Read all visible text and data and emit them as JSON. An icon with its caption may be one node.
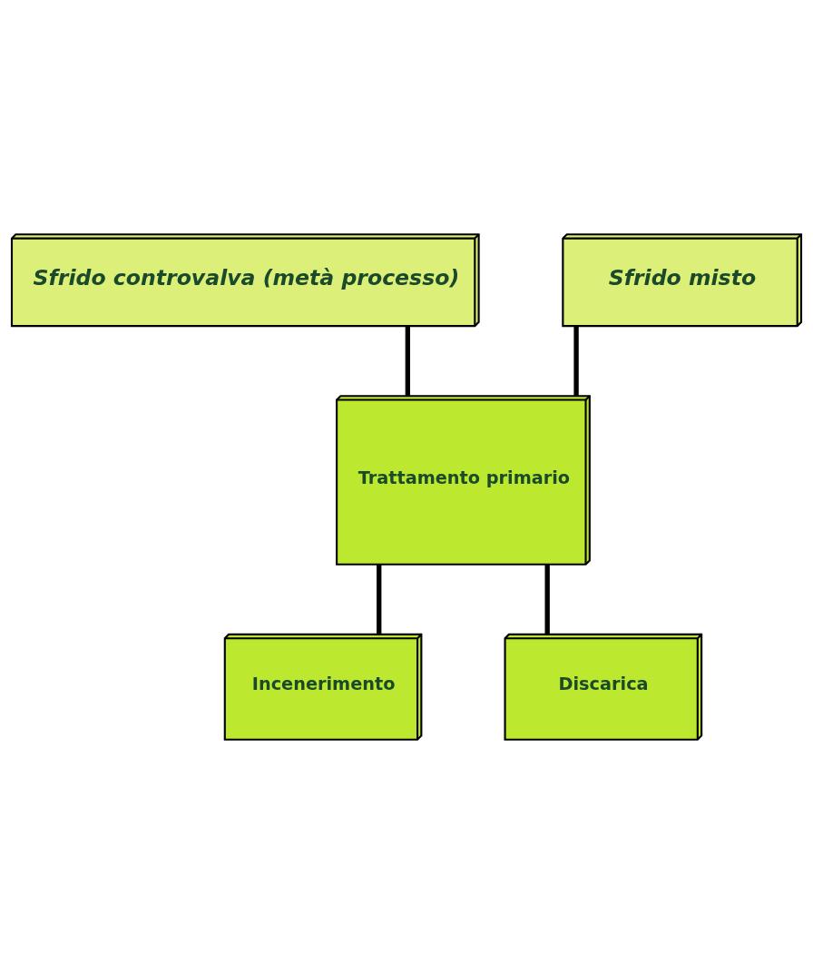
{
  "diagram": {
    "nodes": [
      {
        "text": [
          "Sfrido controvalva (metà processo)"
        ]
      },
      {
        "text": [
          "Sfrido misto"
        ]
      },
      {
        "text": [
          "Trattamento primario"
        ]
      },
      {
        "text": [
          "Incenerimento"
        ]
      },
      {
        "text": [
          "Discarica"
        ]
      }
    ],
    "edges": [
      {
        "from": 0,
        "to": 2,
        "arrow": "none"
      },
      {
        "from": 1,
        "to": 2,
        "arrow": "none"
      },
      {
        "from": 2,
        "to": 3,
        "arrow": "none"
      },
      {
        "from": 2,
        "to": 4,
        "arrow": "none"
      }
    ]
  }
}
